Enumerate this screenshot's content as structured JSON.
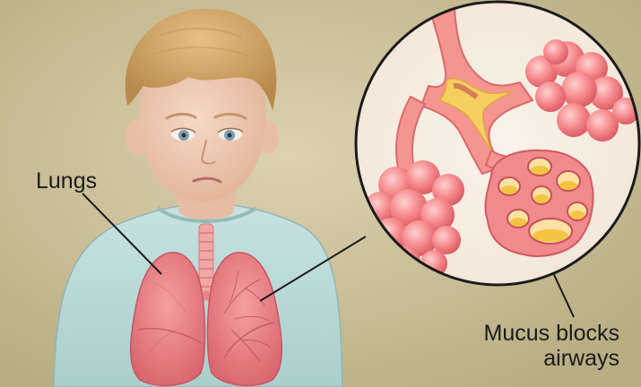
{
  "labels": {
    "lungs": "Lungs",
    "mucus_line1": "Mucus blocks",
    "mucus_line2": "airways"
  },
  "colors": {
    "background": "#d3c79f",
    "skin": "#f1cdb6",
    "hair": "#d7a865",
    "shirt": "#b9d8d7",
    "lung": "#e8787a",
    "alveoli": "#f07d80",
    "mucus": "#f3cf52",
    "line": "#1b1b1b"
  }
}
